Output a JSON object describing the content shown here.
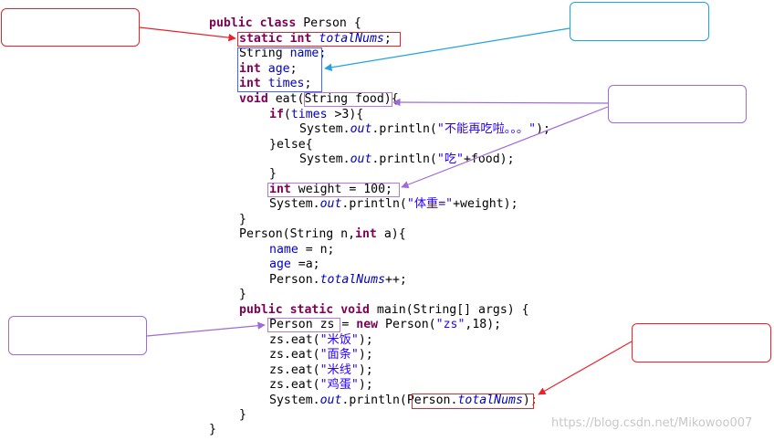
{
  "colors": {
    "red": "#e8232b",
    "blue": "#1fa2e0",
    "purple": "#a06ad6",
    "lavender": "#b478e0",
    "code_blue": "#4169e1",
    "keyword": "#7f0055",
    "field": "#0000c0",
    "string": "#2a00ff"
  },
  "code": {
    "l01": {
      "kw1": "public",
      "kw2": "class",
      "rest": " Person {"
    },
    "l02": {
      "kw1": "static",
      "kw2": "int",
      "field": "totalNums",
      "rest": ";"
    },
    "l03": {
      "type": "String ",
      "field": "name",
      "rest": ";"
    },
    "l04": {
      "kw": "int",
      "field": "age",
      "rest": ";"
    },
    "l05": {
      "kw": "int",
      "field": "times",
      "rest": ";"
    },
    "l06": {
      "kw": "void",
      "rest": " eat(String food){"
    },
    "l07": {
      "kw": "if",
      "a": "(",
      "field": "times",
      "b": " >3){"
    },
    "l08": {
      "a": "System.",
      "static_field": "out",
      "b": ".println(",
      "str": "\"不能再吃啦。。。\"",
      "c": ");"
    },
    "l09": {
      "text": "}else{"
    },
    "l10": {
      "a": "System.",
      "static_field": "out",
      "b": ".println(",
      "str": "\"吃\"",
      "c": "+food);"
    },
    "l11": {
      "text": "}"
    },
    "l12": {
      "kw": "int",
      "rest": " weight = 100;"
    },
    "l13": {
      "a": "System.",
      "static_field": "out",
      "b": ".println(",
      "str": "\"体重=\"",
      "c": "+weight);"
    },
    "l14": {
      "text": "}"
    },
    "l15": {
      "a": "Person(String n,",
      "kw": "int",
      "b": " a){"
    },
    "l16": {
      "field": "name",
      "rest": " = n;"
    },
    "l17": {
      "field": "age",
      "rest": " =a;"
    },
    "l18": {
      "a": "Person.",
      "static_field": "totalNums",
      "b": "++;"
    },
    "l19": {
      "text": "}"
    },
    "l20": {
      "kw1": "public",
      "kw2": "static",
      "kw3": "void",
      "rest": " main(String[] args) {"
    },
    "l21": {
      "a": "Person zs = ",
      "kw": "new",
      "b": " Person(",
      "str": "\"zs\"",
      "c": ",18);"
    },
    "l22": {
      "a": "zs.eat(",
      "str": "\"米饭\"",
      "b": ");"
    },
    "l23": {
      "a": "zs.eat(",
      "str": "\"面条\"",
      "b": ");"
    },
    "l24": {
      "a": "zs.eat(",
      "str": "\"米线\"",
      "b": ");"
    },
    "l25": {
      "a": "zs.eat(",
      "str": "\"鸡蛋\"",
      "b": ");"
    },
    "l26": {
      "a": "System.",
      "static_field": "out",
      "b": ".println(Person.",
      "static_field2": "totalNums",
      "c": ");"
    },
    "l27": {
      "text": "}"
    },
    "l28": {
      "text": "}"
    }
  },
  "watermark": "https://blog.csdn.net/Mikowoo007"
}
